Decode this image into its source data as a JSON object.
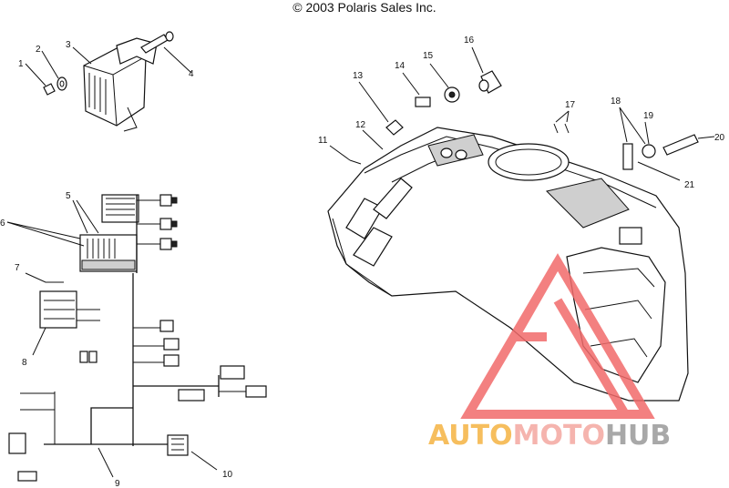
{
  "copyright": "© 2003 Polaris Sales Inc.",
  "callouts": [
    {
      "id": "c1",
      "text": "1"
    },
    {
      "id": "c2",
      "text": "2"
    },
    {
      "id": "c3",
      "text": "3"
    },
    {
      "id": "c4",
      "text": "4"
    },
    {
      "id": "c5",
      "text": "5"
    },
    {
      "id": "c6",
      "text": "6"
    },
    {
      "id": "c7",
      "text": "7"
    },
    {
      "id": "c8",
      "text": "8"
    },
    {
      "id": "c9",
      "text": "9"
    },
    {
      "id": "c10",
      "text": "10"
    },
    {
      "id": "c11",
      "text": "11"
    },
    {
      "id": "c12",
      "text": "12"
    },
    {
      "id": "c13",
      "text": "13"
    },
    {
      "id": "c14",
      "text": "14"
    },
    {
      "id": "c15",
      "text": "15"
    },
    {
      "id": "c16",
      "text": "16"
    },
    {
      "id": "c17",
      "text": "17"
    },
    {
      "id": "c18",
      "text": "18"
    },
    {
      "id": "c19",
      "text": "19"
    },
    {
      "id": "c20",
      "text": "20"
    },
    {
      "id": "c21",
      "text": "21"
    }
  ],
  "watermark": {
    "part1": "AUTO",
    "part2": "MOTO",
    "part3": "HUB",
    "color_part1": "#f5b342",
    "color_part2": "#f4a7a0",
    "color_part3": "#9a9a9a",
    "logo_color": "#f26b6b"
  }
}
